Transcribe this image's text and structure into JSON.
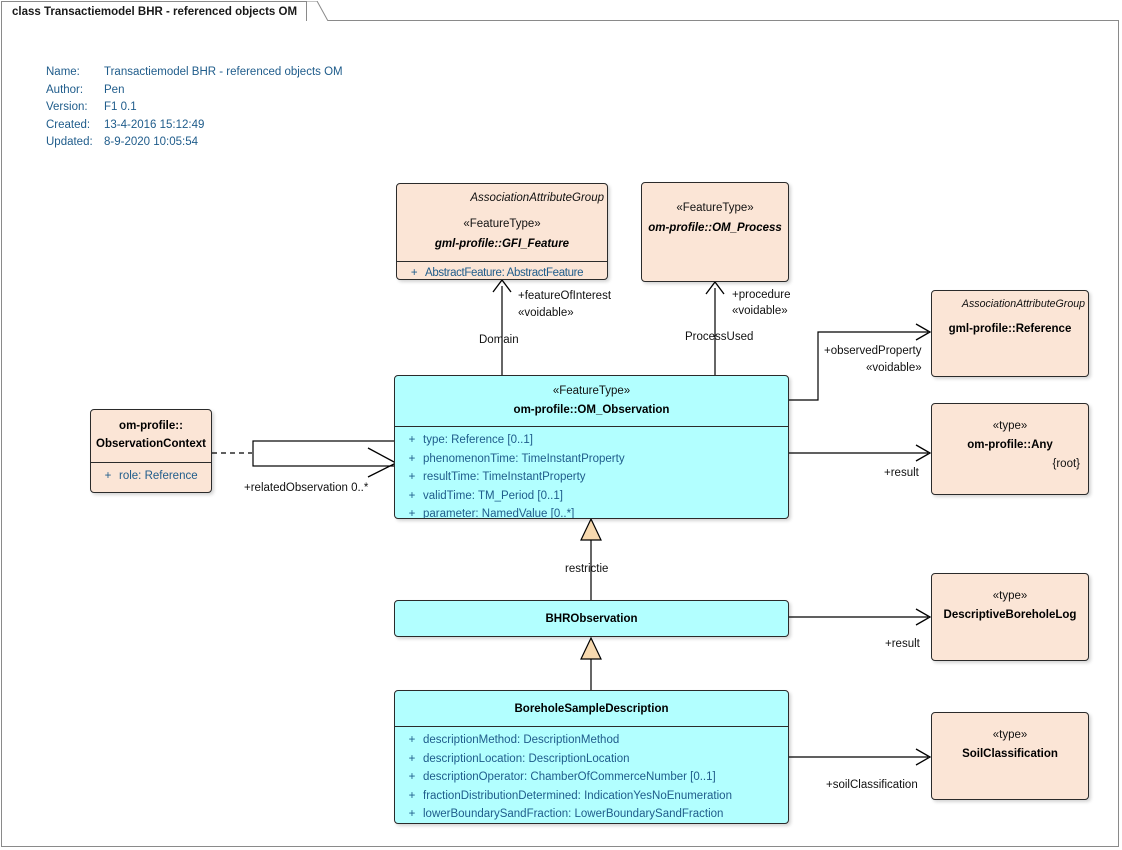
{
  "diagram": {
    "tab_title": "class Transactiemodel BHR - referenced objects OM",
    "meta": {
      "name_label": "Name:",
      "name_value": "Transactiemodel BHR - referenced objects OM",
      "author_label": "Author:",
      "author_value": "Pen",
      "version_label": "Version:",
      "version_value": "F1 0.1",
      "created_label": "Created:",
      "created_value": "13-4-2016 15:12:49",
      "updated_label": "Updated:",
      "updated_value": "8-9-2020 10:05:54"
    },
    "colors": {
      "peach_fill": "#FBE5D6",
      "cyan_fill": "#B2FFFF",
      "border": "#2b2b2b",
      "attribute_text": "#1F5C8B",
      "meta_text": "#1F5C8B"
    }
  },
  "classes": {
    "gfi_feature": {
      "aag": "AssociationAttributeGroup",
      "stereotype": "«FeatureType»",
      "name": "gml-profile::GFI_Feature",
      "attributes": [
        {
          "visibility": "+",
          "text": "AbstractFeature: AbstractFeature"
        }
      ]
    },
    "om_process": {
      "stereotype": "«FeatureType»",
      "name": "om-profile::OM_Process"
    },
    "reference": {
      "aag": "AssociationAttributeGroup",
      "name": "gml-profile::Reference"
    },
    "any": {
      "stereotype": "«type»",
      "name": "om-profile::Any",
      "root": "{root}"
    },
    "observation_context": {
      "name_line1": "om-profile::",
      "name_line2": "ObservationContext",
      "attributes": [
        {
          "visibility": "+",
          "text": "role: Reference"
        }
      ]
    },
    "om_observation": {
      "stereotype": "«FeatureType»",
      "name": "om-profile::OM_Observation",
      "attributes": [
        {
          "visibility": "+",
          "text": "type: Reference [0..1]"
        },
        {
          "visibility": "+",
          "text": "phenomenonTime: TimeInstantProperty"
        },
        {
          "visibility": "+",
          "text": "resultTime: TimeInstantProperty"
        },
        {
          "visibility": "+",
          "text": "validTime: TM_Period [0..1]"
        },
        {
          "visibility": "+",
          "text": "parameter: NamedValue [0..*]"
        }
      ]
    },
    "bhr_observation": {
      "name": "BHRObservation"
    },
    "descriptive_borehole_log": {
      "stereotype": "«type»",
      "name": "DescriptiveBoreholeLog"
    },
    "borehole_sample_description": {
      "name": "BoreholeSampleDescription",
      "attributes": [
        {
          "visibility": "+",
          "text": "descriptionMethod: DescriptionMethod"
        },
        {
          "visibility": "+",
          "text": "descriptionLocation: DescriptionLocation"
        },
        {
          "visibility": "+",
          "text": "descriptionOperator: ChamberOfCommerceNumber [0..1]"
        },
        {
          "visibility": "+",
          "text": "fractionDistributionDetermined: IndicationYesNoEnumeration"
        },
        {
          "visibility": "+",
          "text": "lowerBoundarySandFraction: LowerBoundarySandFraction"
        }
      ]
    },
    "soil_classification": {
      "stereotype": "«type»",
      "name": "SoilClassification"
    }
  },
  "connectors": {
    "feature_of_interest": {
      "role": "+featureOfInterest",
      "stereotype": "«voidable»",
      "name": "Domain"
    },
    "procedure": {
      "role": "+procedure",
      "stereotype": "«voidable»",
      "name": "ProcessUsed"
    },
    "observed_property": {
      "role": "+observedProperty",
      "stereotype": "«voidable»"
    },
    "result_any": {
      "role": "+result"
    },
    "related_observation": {
      "role": "+relatedObservation 0..*"
    },
    "restrictie": {
      "name": "restrictie"
    },
    "result_log": {
      "role": "+result"
    },
    "soil_classification_role": {
      "role": "+soilClassification"
    }
  }
}
